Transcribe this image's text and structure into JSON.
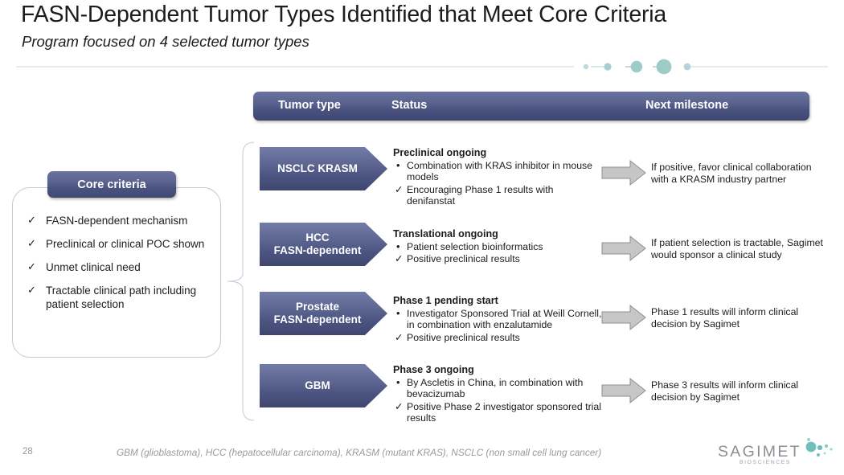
{
  "header": {
    "title": "FASN-Dependent Tumor Types Identified that Meet Core Criteria",
    "subtitle": "Program focused on 4 selected tumor types"
  },
  "table_header": {
    "tumor_type": "Tumor type",
    "status": "Status",
    "next_milestone": "Next milestone"
  },
  "criteria": {
    "badge": "Core criteria",
    "items": [
      {
        "check": "✓",
        "text": "FASN-dependent mechanism"
      },
      {
        "check": "✓",
        "text": "Preclinical or clinical POC shown"
      },
      {
        "check": "✓",
        "text": "Unmet clinical need"
      },
      {
        "check": "✓",
        "text": "Tractable clinical path including patient selection"
      }
    ]
  },
  "rows": [
    {
      "tumor_line1": "NSCLC KRASM",
      "tumor_line2": "",
      "status_title": "Preclinical ongoing",
      "status_items": [
        {
          "marker": "•",
          "text": "Combination with KRAS inhibitor in mouse models"
        },
        {
          "marker": "✓",
          "text": "Encouraging Phase 1 results with denifanstat"
        }
      ],
      "milestone": "If positive, favor clinical collaboration with a KRASM industry partner"
    },
    {
      "tumor_line1": "HCC",
      "tumor_line2": "FASN-dependent",
      "status_title": "Translational ongoing",
      "status_items": [
        {
          "marker": "•",
          "text": "Patient selection bioinformatics"
        },
        {
          "marker": "✓",
          "text": "Positive preclinical results"
        }
      ],
      "milestone": "If patient selection is tractable, Sagimet would sponsor a clinical study"
    },
    {
      "tumor_line1": "Prostate",
      "tumor_line2": "FASN-dependent",
      "status_title": "Phase 1 pending start",
      "status_items": [
        {
          "marker": "•",
          "text": "Investigator Sponsored Trial at Weill Cornell, in combination with enzalutamide"
        },
        {
          "marker": "✓",
          "text": "Positive preclinical results"
        }
      ],
      "milestone": "Phase 1 results will inform clinical decision by Sagimet"
    },
    {
      "tumor_line1": "GBM",
      "tumor_line2": "",
      "status_title": "Phase 3 ongoing",
      "status_items": [
        {
          "marker": "•",
          "text": "By Ascletis in China, in combination with bevacizumab"
        },
        {
          "marker": "✓",
          "text": "Positive Phase 2 investigator sponsored trial results"
        }
      ],
      "milestone": "Phase 3 results will inform clinical decision by Sagimet"
    }
  ],
  "footer": {
    "page_number": "28",
    "footnote": "GBM (glioblastoma), HCC (hepatocellular carcinoma), KRASM (mutant KRAS), NSCLC (non small cell lung cancer)",
    "logo_word": "SAGIMET",
    "logo_sub": "BIOSCIENCES"
  },
  "colors": {
    "brand_slate": "#4a5280",
    "brand_slate_light": "#6a72a0",
    "accent_teal": "#8ec9c6",
    "accent_blue": "#9fc8d8",
    "gray_arrow": "#bfbfbf",
    "muted_text": "#9a9a9a",
    "divider_line": "#c9d6de"
  }
}
